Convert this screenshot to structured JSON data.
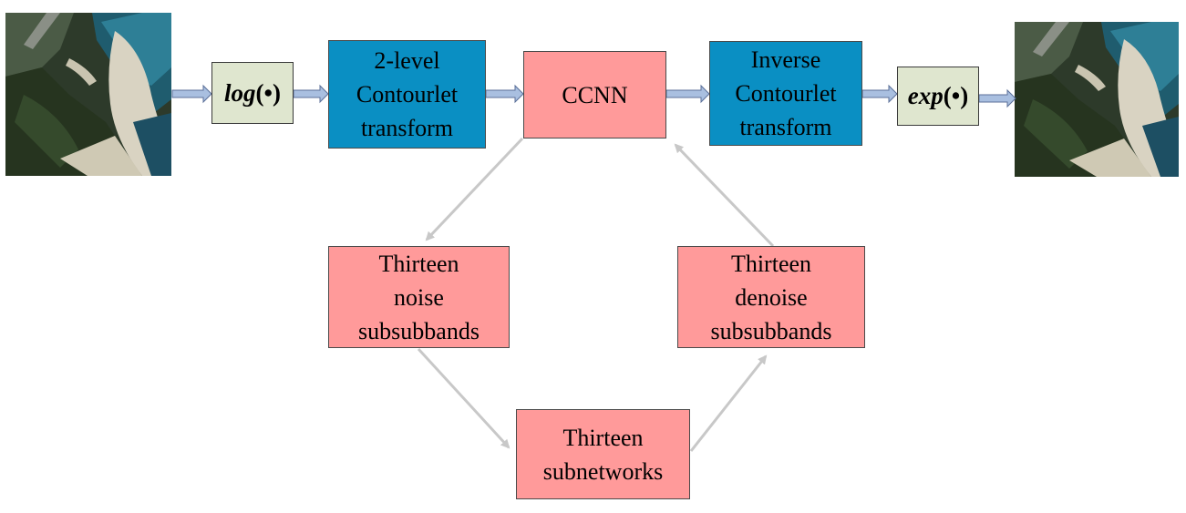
{
  "diagram": {
    "op_log": {
      "name": "log",
      "arg": "(•)"
    },
    "op_exp": {
      "name": "exp",
      "arg": "(•)"
    },
    "contourlet": {
      "line1": "2-level",
      "line2": "Contourlet",
      "line3": "transform"
    },
    "ccnn": {
      "label": "CCNN"
    },
    "inverse": {
      "line1": "Inverse",
      "line2": "Contourlet",
      "line3": "transform"
    },
    "noise": {
      "line1": "Thirteen",
      "line2": "noise",
      "line3": "subsubbands"
    },
    "denoise": {
      "line1": "Thirteen",
      "line2": "denoise",
      "line3": "subsubbands"
    },
    "subnetworks": {
      "line1": "Thirteen",
      "line2": "subnetworks"
    },
    "images": {
      "input": "satellite-coastline-image",
      "output": "satellite-coastline-image"
    },
    "colors": {
      "blue_box": "#0a8fc3",
      "pink_box": "#ff9a9a",
      "beige_box": "#dfe6cf",
      "flow_arrow": "#a9bfe0",
      "loop_arrow": "#c8c8c8"
    }
  }
}
